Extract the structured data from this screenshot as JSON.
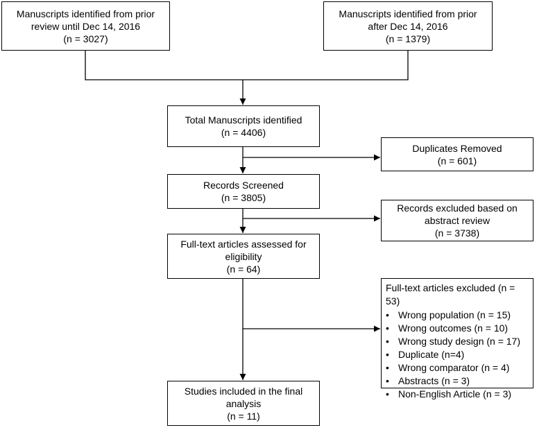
{
  "flowchart": {
    "prior_before": {
      "line1": "Manuscripts identified from prior",
      "line2": "review until Dec 14, 2016",
      "count": "(n = 3027)"
    },
    "prior_after": {
      "line1": "Manuscripts identified from prior",
      "line2": "after Dec 14, 2016",
      "count": "(n = 1379)"
    },
    "total": {
      "line1": "Total Manuscripts identified",
      "count": "(n = 4406)"
    },
    "duplicates": {
      "line1": "Duplicates Removed",
      "count": "(n = 601)"
    },
    "screened": {
      "line1": "Records Screened",
      "count": "(n = 3805)"
    },
    "abstract_excluded": {
      "line1": "Records excluded based on",
      "line2": "abstract review",
      "count": "(n =  3738)"
    },
    "fulltext": {
      "line1": "Full-text articles assessed for",
      "line2": "eligibility",
      "count": "(n = 64)"
    },
    "fulltext_excluded": {
      "heading": "Full-text articles excluded (n = 53)",
      "bullet": "•",
      "items": [
        "Wrong population (n = 15)",
        "Wrong outcomes (n = 10)",
        "Wrong study design (n = 17)",
        "Duplicate (n=4)",
        "Wrong comparator  (n = 4)",
        "Abstracts (n = 3)",
        "Non-English Article (n = 3)"
      ]
    },
    "included": {
      "line1": "Studies included in the final",
      "line2": "analysis",
      "count": "(n = 11)"
    },
    "line_color": "#000000"
  }
}
